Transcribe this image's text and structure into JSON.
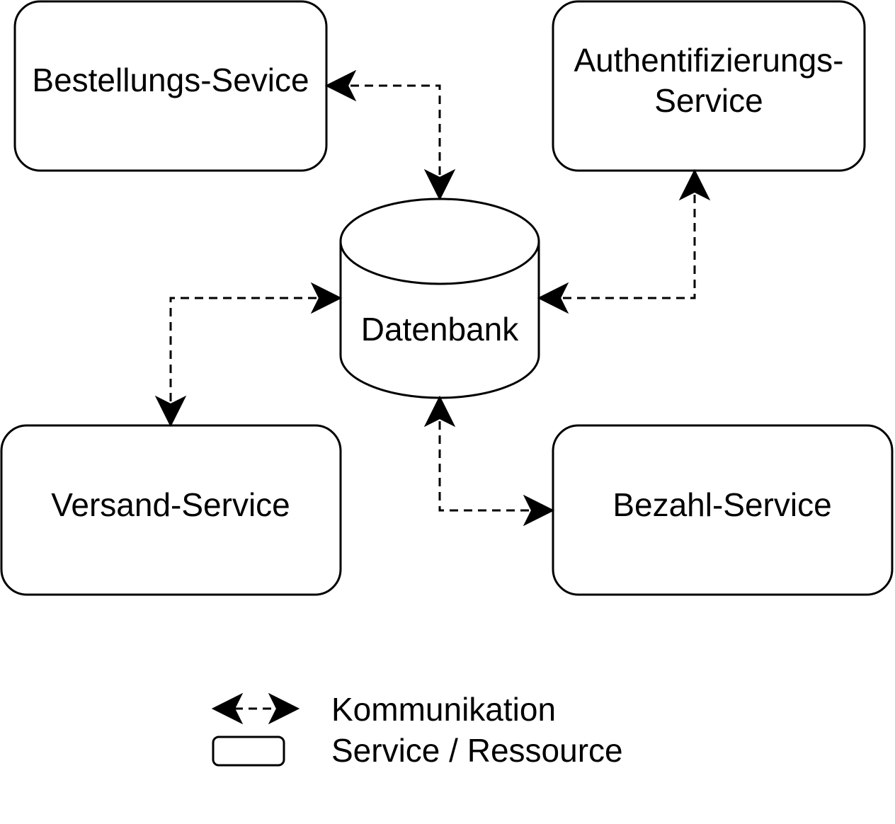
{
  "colors": {
    "stroke": "#000000",
    "fill": "#ffffff",
    "text": "#000000"
  },
  "nodes": {
    "bestellung": {
      "label": "Bestellungs-Sevice"
    },
    "auth": {
      "line1": "Authentifizierungs-",
      "line2": "Service"
    },
    "datenbank": {
      "label": "Datenbank"
    },
    "versand": {
      "label": "Versand-Service"
    },
    "bezahl": {
      "label": "Bezahl-Service"
    }
  },
  "edges": [
    {
      "from": "bestellung",
      "to": "datenbank",
      "style": "dashed",
      "direction": "both"
    },
    {
      "from": "auth",
      "to": "datenbank",
      "style": "dashed",
      "direction": "both"
    },
    {
      "from": "versand",
      "to": "datenbank",
      "style": "dashed",
      "direction": "both"
    },
    {
      "from": "bezahl",
      "to": "datenbank",
      "style": "dashed",
      "direction": "both"
    }
  ],
  "legend": {
    "communication": "Kommunikation",
    "service_resource": "Service / Ressource"
  }
}
